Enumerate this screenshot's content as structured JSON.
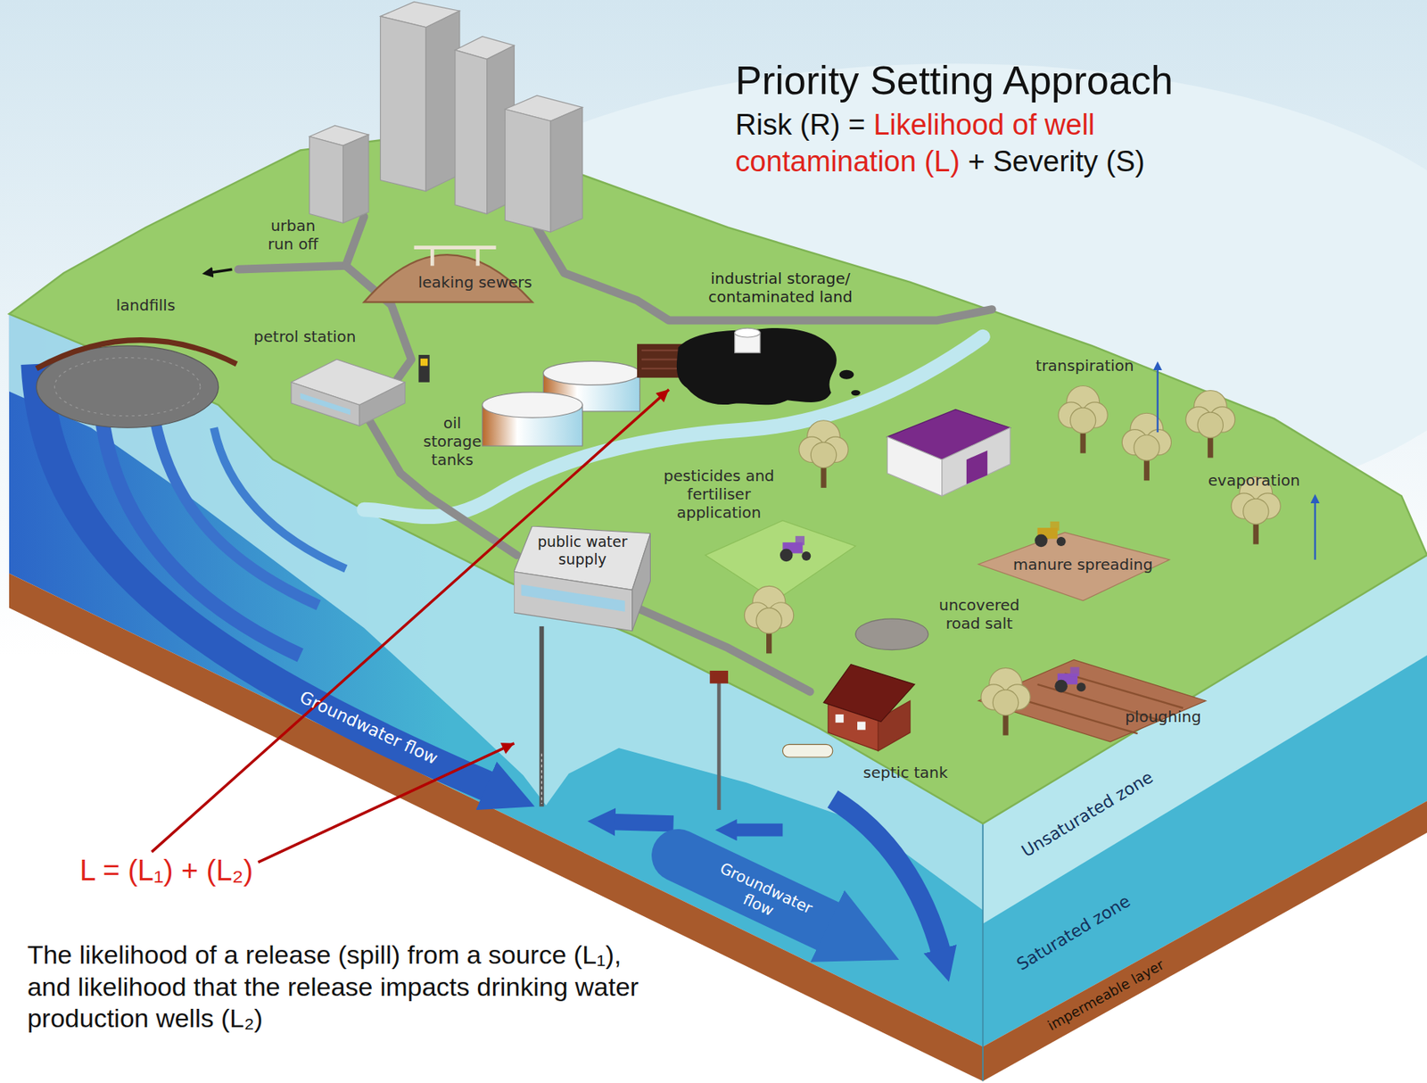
{
  "diagram": {
    "title": "Priority Setting Approach",
    "caption": "The likelihood of a release (spill) from a source (L₁), and likelihood that the release impacts drinking water production wells (L₂)",
    "nodes": [
      {
        "text": [
          "industrial storage/ contaminated land"
        ]
      },
      {
        "text": [
          "public water supply"
        ]
      },
      {
        "text": [
          "L = (L₁) + (L₂)"
        ]
      }
    ],
    "edges": [
      {
        "from": 2,
        "to": 0,
        "arrow": "to"
      },
      {
        "from": 2,
        "to": 1,
        "arrow": "to"
      }
    ],
    "labels": [
      "Risk (R) =",
      "Likelihood of well contamination (L)",
      "+ Severity (S)",
      "urban run off",
      "leaking sewers",
      "landfills",
      "petrol station",
      "transpiration",
      "oil storage tanks",
      "pesticides and fertiliser application",
      "evaporation",
      "manure spreading",
      "uncovered road salt",
      "ploughing",
      "Groundwater flow",
      "septic tank",
      "Unsaturated zone",
      "Groundwater flow",
      "Saturated zone",
      "impermeable layer"
    ]
  }
}
